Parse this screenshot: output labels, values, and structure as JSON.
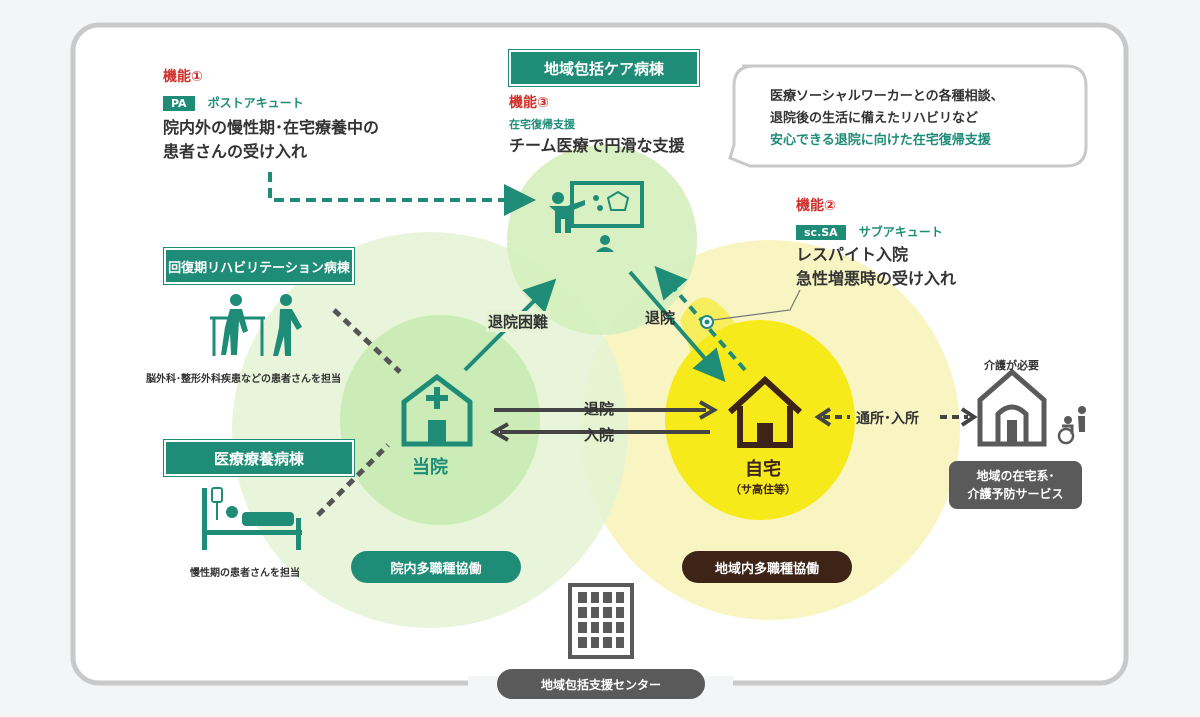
{
  "center": {
    "title": "地域包括ケア病棟",
    "function_label": "機能③",
    "subtitle": "在宅復帰支援",
    "description": "チーム医療で円滑な支援"
  },
  "callout": {
    "line1": "医療ソーシャルワーカーとの各種相談、",
    "line2": "退院後の生活に備えたリハビリなど",
    "line3": "安心できる退院に向けた在宅復帰支援"
  },
  "post_acute": {
    "function_label": "機能①",
    "badge": "PA",
    "badge_text": "ポストアキュート",
    "line1": "院内外の慢性期･在宅療養中の",
    "line2": "患者さんの受け入れ"
  },
  "sub_acute": {
    "function_label": "機能②",
    "badge": "sc.SA",
    "badge_text": "サブアキュート",
    "line1": "レスパイト入院",
    "line2": "急性増悪時の受け入れ"
  },
  "rehab": {
    "title": "回復期リハビリテーション病棟",
    "note": "脳外科･整形外科疾患などの患者さんを担当"
  },
  "care": {
    "title": "医療療養病棟",
    "note": "慢性期の患者さんを担当"
  },
  "hospital": {
    "label": "当院"
  },
  "home": {
    "label": "自宅",
    "sub": "（サ高住等）"
  },
  "arrows": {
    "difficult": "退院困難",
    "discharge_right": "退院",
    "discharge_top": "退院",
    "admission": "入院",
    "day_service": "通所･入所"
  },
  "care_needed": {
    "label": "介護が必要",
    "box_line1": "地域の在宅系･",
    "box_line2": "介護予防サービス"
  },
  "pills": {
    "inner": "院内多職種協働",
    "outer": "地域内多職種協働",
    "center_bottom": "地域包括支援センター"
  },
  "colors": {
    "green": "#1f8c78",
    "red": "#d0302b",
    "yellow": "#f5e600",
    "dark_brown": "#3d2417",
    "gray": "#5a5a5a"
  }
}
